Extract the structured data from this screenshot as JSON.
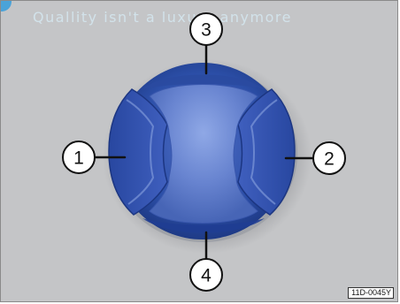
{
  "watermark": "Quallity isn't a luxury anymore",
  "callouts": [
    "1",
    "2",
    "3",
    "4"
  ],
  "reference_code": "11D-0045Y",
  "colors": {
    "background": "#c4c5c7",
    "knob_blue": "#2c4fa8",
    "knob_highlight": "#6f8ed8"
  }
}
